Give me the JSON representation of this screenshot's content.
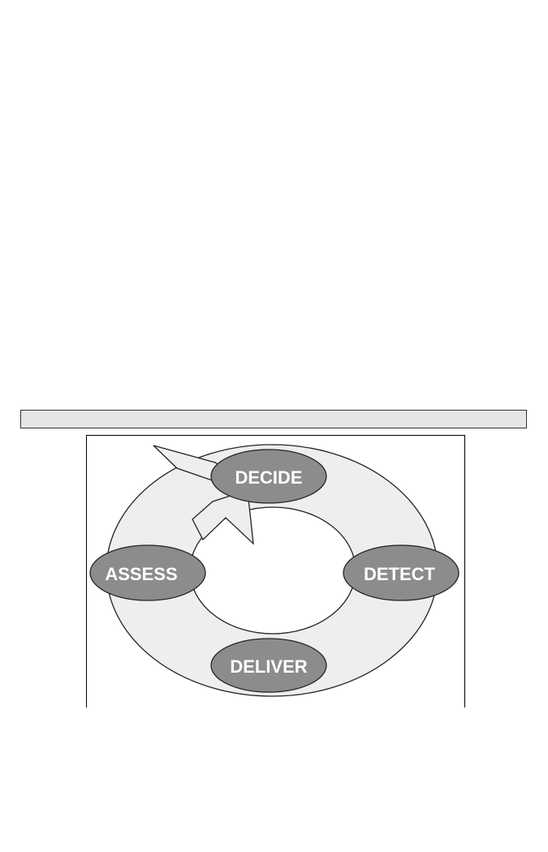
{
  "diagram": {
    "nodes": [
      {
        "id": "decide",
        "label": "DECIDE"
      },
      {
        "id": "detect",
        "label": "DETECT"
      },
      {
        "id": "deliver",
        "label": "DELIVER"
      },
      {
        "id": "assess",
        "label": "ASSESS"
      }
    ],
    "colors": {
      "ring_fill": "#eeeeee",
      "node_fill": "#8c8c8c",
      "label_color": "#ffffff",
      "stroke": "#222222",
      "bar_fill": "#e6e6e6"
    }
  }
}
